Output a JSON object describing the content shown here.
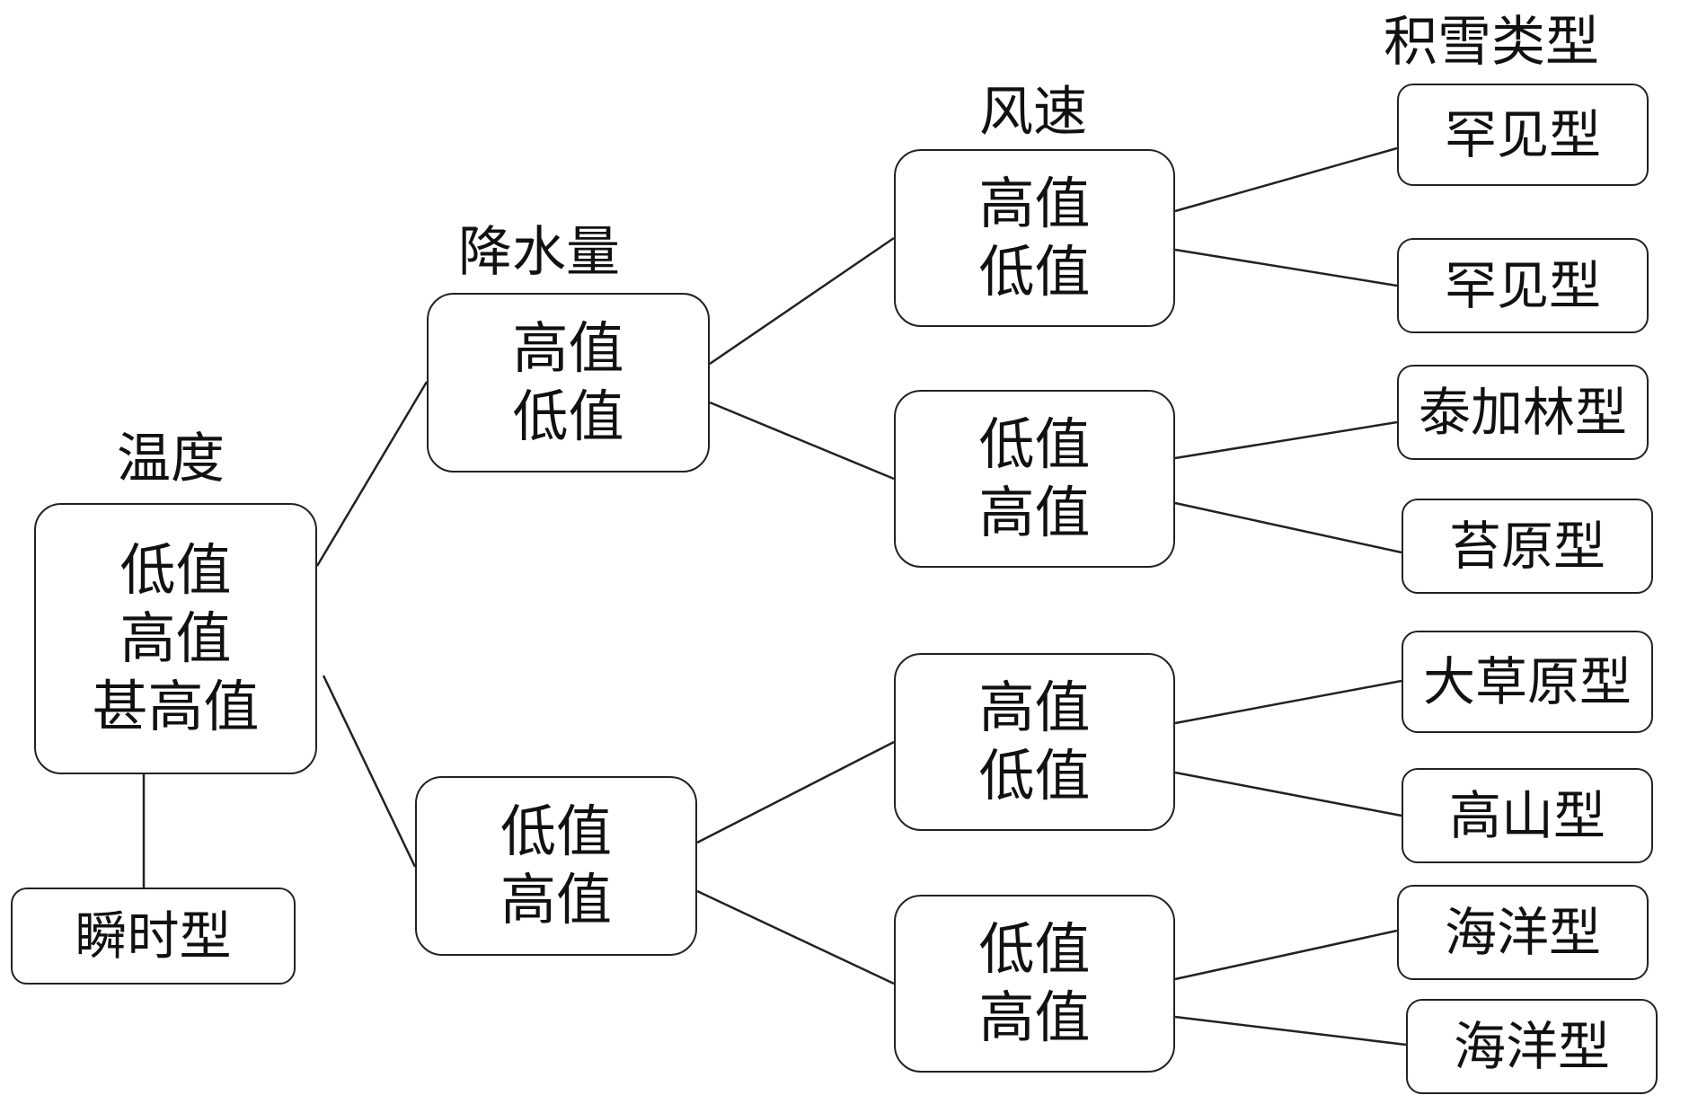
{
  "headers": {
    "temperature": "温度",
    "precipitation": "降水量",
    "wind_speed": "风速",
    "snow_type": "积雪类型"
  },
  "nodes": {
    "temperature": [
      "低值",
      "高值",
      "甚高值"
    ],
    "transient": "瞬时型",
    "precip_upper": [
      "高值",
      "低值"
    ],
    "precip_lower": [
      "低值",
      "高值"
    ],
    "wind_1": [
      "高值",
      "低值"
    ],
    "wind_2": [
      "低值",
      "高值"
    ],
    "wind_3": [
      "高值",
      "低值"
    ],
    "wind_4": [
      "低值",
      "高值"
    ]
  },
  "leaves": [
    "罕见型",
    "罕见型",
    "泰加林型",
    "苔原型",
    "大草原型",
    "高山型",
    "海洋型",
    "海洋型"
  ]
}
